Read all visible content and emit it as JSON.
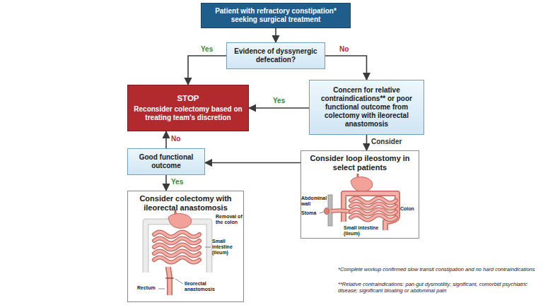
{
  "diagram": {
    "nodes": [
      {
        "text": [
          "Patient with refractory constipation* seeking surgical treatment"
        ]
      },
      {
        "text": [
          "Evidence of dyssynergic defecation?"
        ]
      },
      {
        "text": [
          "STOP",
          "Reconsider colectomy based on treating team's discretion"
        ]
      },
      {
        "text": [
          "Concern for relative contraindications** or poor functional outcome from colectomy with ileorectal anastomosis"
        ]
      },
      {
        "text": [
          "Good functional outcome"
        ]
      },
      {
        "text": [
          "Consider loop ileostomy in select patients"
        ]
      },
      {
        "text": [
          "Consider colectomy with ileorectal anastomosis"
        ]
      }
    ],
    "edges": [
      {
        "from": 0,
        "to": 1,
        "arrow": "to"
      },
      {
        "from": 1,
        "to": 2,
        "label": "Yes",
        "arrow": "to"
      },
      {
        "from": 1,
        "to": 3,
        "label": "No",
        "arrow": "to"
      },
      {
        "from": 3,
        "to": 2,
        "label": "Yes",
        "arrow": "to"
      },
      {
        "from": 3,
        "to": 5,
        "label": "Consider",
        "arrow": "to"
      },
      {
        "from": 5,
        "to": 4,
        "arrow": "to"
      },
      {
        "from": 4,
        "to": 2,
        "label": "No",
        "arrow": "to"
      },
      {
        "from": 4,
        "to": 6,
        "label": "Yes",
        "arrow": "to"
      }
    ],
    "labels": [
      "Abdominal wall",
      "Stoma",
      "Small intestine (ileum)",
      "Colon",
      "Removal of the colon",
      "Small intestine (ileum)",
      "Rectum",
      "Ileorectal anastomosis",
      "*Complete workup confirmed slow transit constipation and no hard contraindications",
      "**Relative contraindications: pan-gut dysmotility; significant, comorbid psychiatric disease; significant bloating or abdominal pain"
    ]
  }
}
